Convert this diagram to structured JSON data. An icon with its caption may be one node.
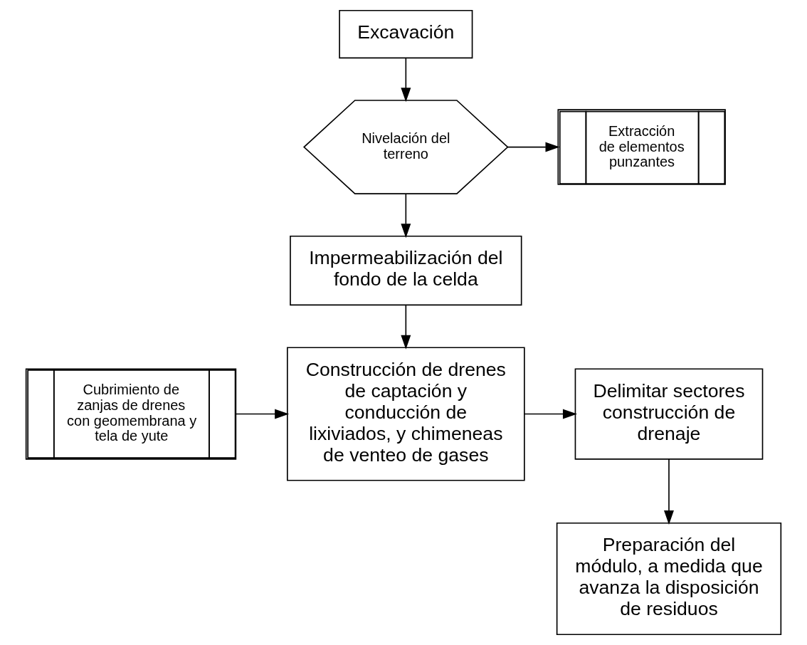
{
  "diagram": {
    "nodes": [
      {
        "text": [
          "Excavación"
        ]
      },
      {
        "text": [
          "Nivelación del terreno"
        ]
      },
      {
        "text": [
          "Extracción de elementos punzantes"
        ]
      },
      {
        "text": [
          "Impermeabilización del fondo de la celda"
        ]
      },
      {
        "text": [
          "Cubrimiento de zanjas de drenes con geomembrana y tela de yute"
        ]
      },
      {
        "text": [
          "Construcción de drenes de captación y conducción de lixiviados, y chimeneas de venteo de gases"
        ]
      },
      {
        "text": [
          "Delimitar sectores construcción de drenaje"
        ]
      },
      {
        "text": [
          "Preparación del módulo, a medida que avanza la disposición de residuos"
        ]
      }
    ],
    "edges": [
      {
        "from": 0,
        "to": 1,
        "arrow": "to"
      },
      {
        "from": 1,
        "to": 2,
        "arrow": "to"
      },
      {
        "from": 1,
        "to": 3,
        "arrow": "to"
      },
      {
        "from": 3,
        "to": 5,
        "arrow": "to"
      },
      {
        "from": 4,
        "to": 5,
        "arrow": "to"
      },
      {
        "from": 5,
        "to": 6,
        "arrow": "to"
      },
      {
        "from": 6,
        "to": 7,
        "arrow": "to"
      }
    ]
  }
}
